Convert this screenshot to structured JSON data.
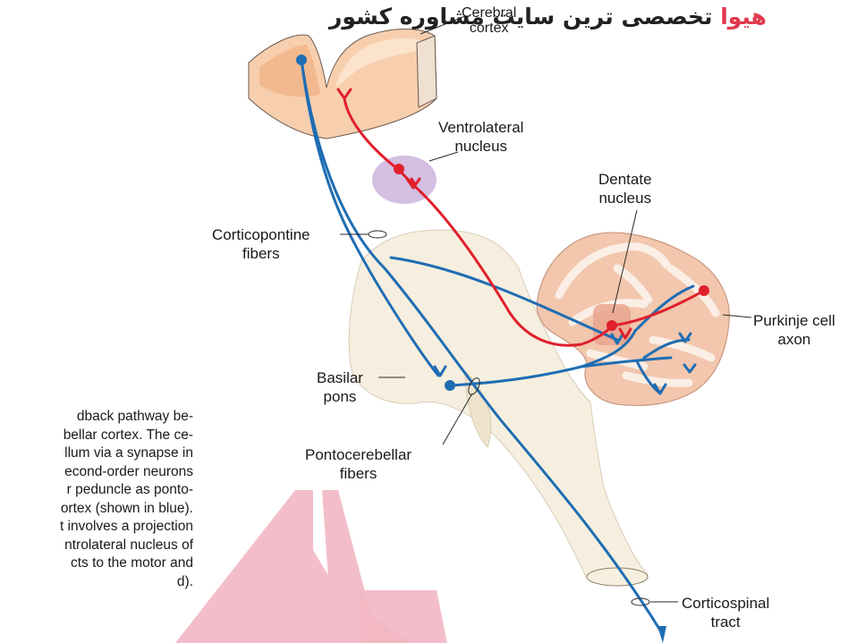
{
  "watermark": {
    "logo_text": "هیوا",
    "text": "تخصصی ترین سایت مشاوره کشور"
  },
  "labels": {
    "cerebral_cortex": [
      "Cerebral",
      "cortex"
    ],
    "ventrolateral_nucleus": [
      "Ventrolateral",
      "nucleus"
    ],
    "dentate_nucleus": [
      "Dentate",
      "nucleus"
    ],
    "corticopontine_fibers": [
      "Corticopontine",
      "fibers"
    ],
    "purkinje_cell_axon": [
      "Purkinje cell",
      "axon"
    ],
    "basilar_pons": [
      "Basilar",
      "pons"
    ],
    "pontocerebellar_fibers": [
      "Pontocerebellar",
      "fibers"
    ],
    "corticospinal_tract": [
      "Corticospinal",
      "tract"
    ]
  },
  "caption": {
    "lines": [
      "dback pathway be-",
      "bellar cortex. The ce-",
      "llum via a synapse in",
      "econd-order neurons",
      "r peduncle as ponto-",
      "ortex (shown in blue).",
      "t involves a projection",
      "ntrolateral nucleus of",
      "cts to the motor and",
      "d)."
    ]
  },
  "colors": {
    "blue_pathway": "#1f6db3",
    "red_pathway": "#e0202c",
    "cortex_fill": "#f7cfae",
    "brainstem_fill": "#f6efdf",
    "cerebellum_gray": "#f2c7ad",
    "thalamus": "#cdb4dd",
    "watermark_pink": "#f2b7c3"
  }
}
